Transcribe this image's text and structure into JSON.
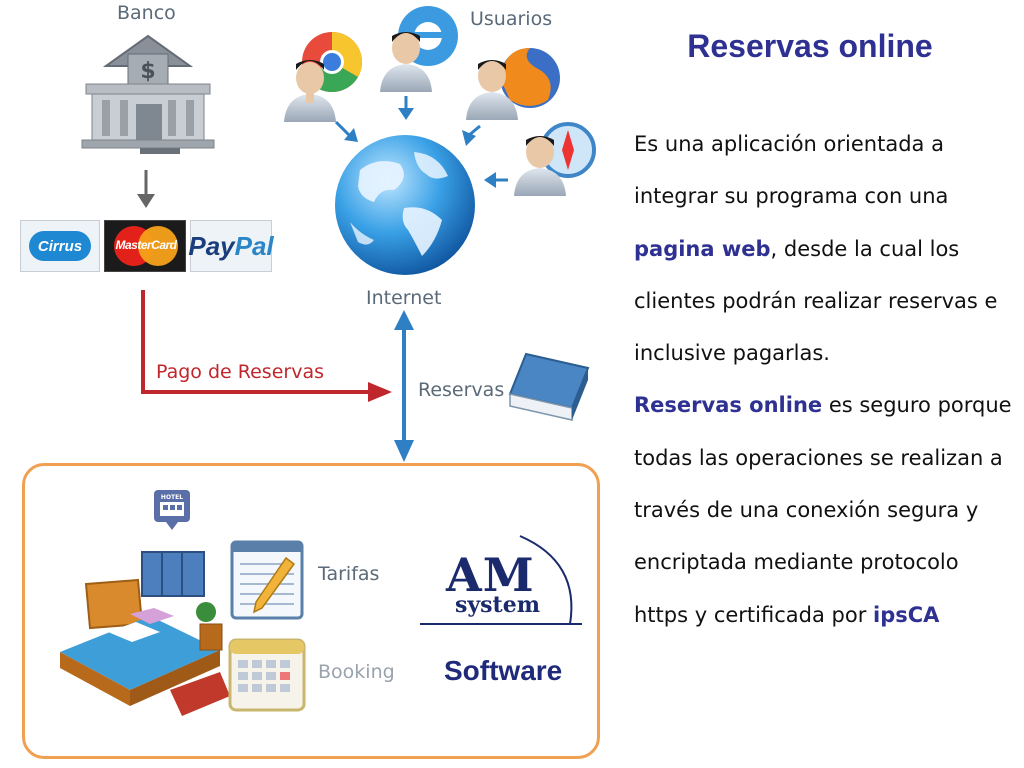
{
  "labels": {
    "bank": "Banco",
    "users": "Usuarios",
    "internet": "Internet",
    "payment": "Pago de Reservas",
    "reservations": "Reservas",
    "rates": "Tarifas",
    "booking": "Booking",
    "hotel_sign": "HOTEL"
  },
  "cards": {
    "cirrus": "Cirrus",
    "mastercard": "MasterCard",
    "paypal_a": "Pay",
    "paypal_b": "Pal"
  },
  "logo": {
    "am": "AM",
    "system": "system",
    "software": "Software"
  },
  "slide": {
    "title": "Reservas online",
    "p1_a": "Es una aplicación orientada a integrar su programa con una ",
    "p1_link": "pagina web",
    "p1_b": ", desde la cual los clientes podrán realizar reservas e inclusive pagarlas.",
    "p2_strong": "Reservas online",
    "p2_a": " es seguro porque todas las operaciones se realizan a través de una conexión segura y encriptada mediante protocolo https y certificada por ",
    "p2_link": "ipsCA"
  },
  "colors": {
    "title": "#2e3192",
    "payment_arrow": "#c0272d",
    "reservation_arrow": "#2f7fc4",
    "box_border": "#f0a050"
  }
}
